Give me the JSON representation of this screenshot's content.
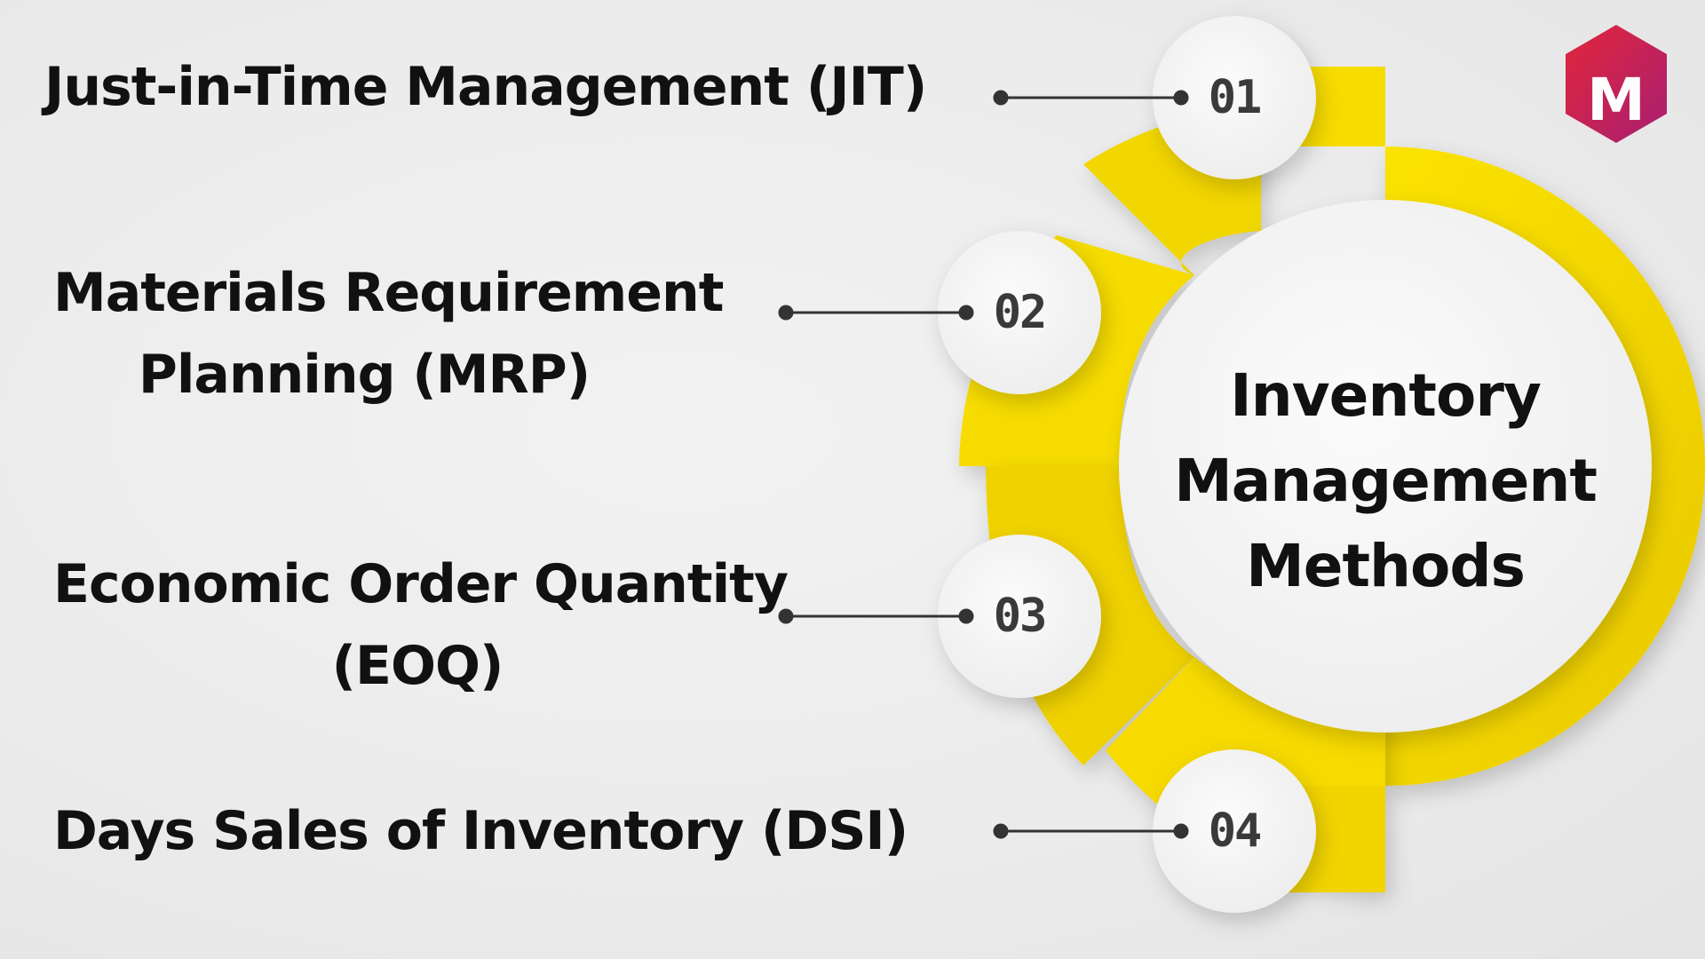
{
  "center": {
    "title_lines": [
      "Inventory",
      "Management",
      "Methods"
    ]
  },
  "steps": [
    {
      "number": "01",
      "label_lines": [
        "Just-in-Time Management (JIT)"
      ]
    },
    {
      "number": "02",
      "label_lines": [
        "Materials Requirement",
        "Planning (MRP)"
      ]
    },
    {
      "number": "03",
      "label_lines": [
        "Economic Order Quantity",
        "(EOQ)"
      ]
    },
    {
      "number": "04",
      "label_lines": [
        "Days Sales of Inventory (DSI)"
      ]
    }
  ],
  "logo": {
    "letter": "M"
  },
  "colors": {
    "background": "#ededed",
    "accent_yellow": "#f7dc00",
    "accent_yellow_dark": "#e6c800",
    "circle_white": "#f7f7f7",
    "text": "#111111",
    "number_text": "#3a3a3a",
    "connector": "#333333",
    "logo_red": "#d8233a",
    "logo_magenta": "#b0206e"
  }
}
